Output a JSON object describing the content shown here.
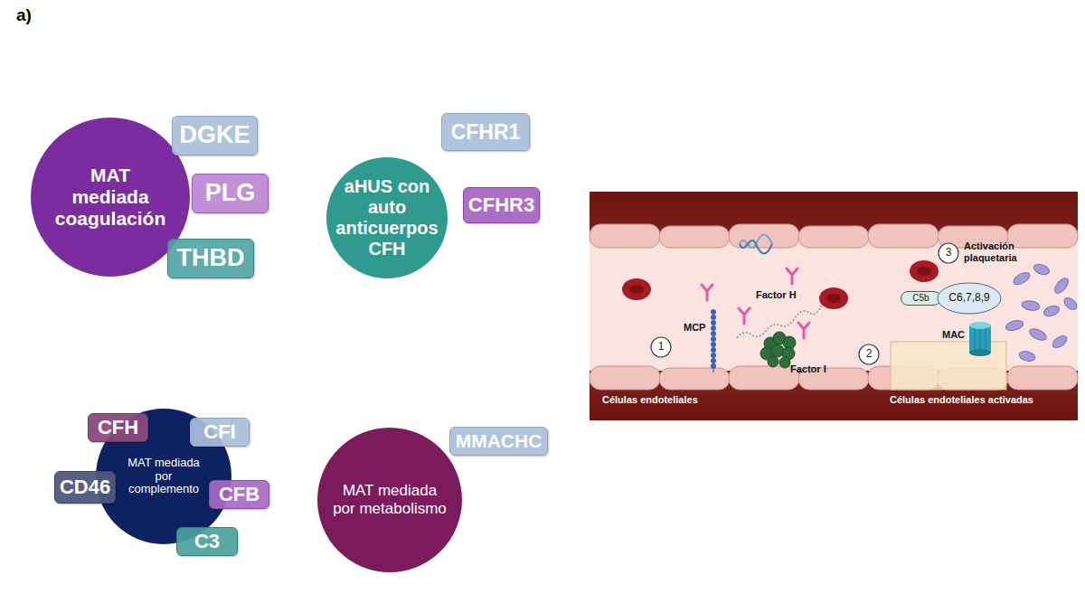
{
  "diagram": {
    "nodes": [
      {
        "text": [
          "MAT mediada coagulación"
        ]
      },
      {
        "text": [
          "DGKE"
        ]
      },
      {
        "text": [
          "PLG"
        ]
      },
      {
        "text": [
          "THBD"
        ]
      },
      {
        "text": [
          "aHUS con auto anticuerpos CFH"
        ]
      },
      {
        "text": [
          "CFHR1"
        ]
      },
      {
        "text": [
          "CFHR3"
        ]
      },
      {
        "text": [
          "MAT mediada por complemento"
        ]
      },
      {
        "text": [
          "CFH"
        ]
      },
      {
        "text": [
          "CFI"
        ]
      },
      {
        "text": [
          "CD46"
        ]
      },
      {
        "text": [
          "CFB"
        ]
      },
      {
        "text": [
          "C3"
        ]
      },
      {
        "text": [
          "MAT mediada por metabolismo"
        ]
      },
      {
        "text": [
          "MMACHC"
        ]
      },
      {
        "text": [
          "C5b"
        ]
      },
      {
        "text": [
          "C6,7,8,9"
        ]
      }
    ],
    "labels": [
      "a)",
      "1",
      "MCP",
      "Factor H",
      "Factor I",
      "2",
      "MAC",
      "3",
      "Activación plaquetaria",
      "Células endoteliales",
      "Células endoteliales activadas"
    ]
  }
}
